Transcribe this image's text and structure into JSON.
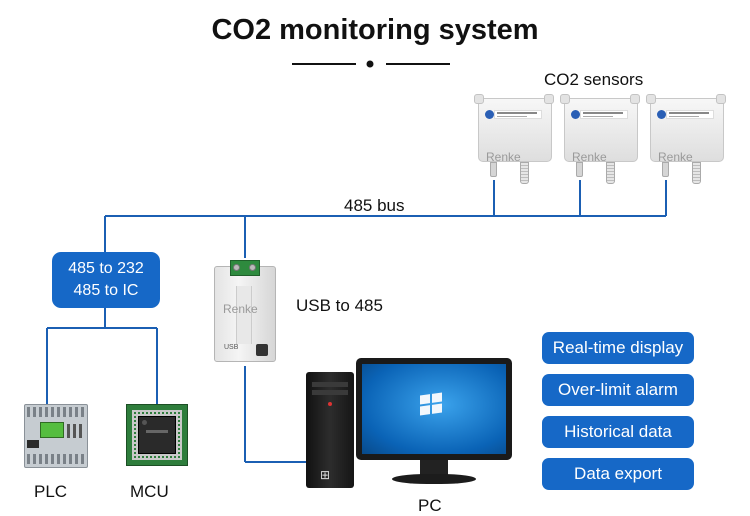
{
  "title": "CO2 monitoring system",
  "labels": {
    "co2_sensors": "CO2 sensors",
    "bus": "485 bus",
    "usb_to_485": "USB to 485",
    "plc": "PLC",
    "mcu": "MCU",
    "pc": "PC"
  },
  "converter_box": {
    "line1": "485 to 232",
    "line2": "485 to IC"
  },
  "device_brand": "Renke",
  "converter_port_text": "USB",
  "features": [
    "Real-time display",
    "Over-limit alarm",
    "Historical data",
    "Data export"
  ],
  "colors": {
    "accent": "#1668c7",
    "wire": "#1b5fb3",
    "title_text": "#111111"
  },
  "icons": {
    "sensor": "co2-sensor-icon",
    "converter": "usb-485-converter-icon",
    "plc": "plc-icon",
    "mcu": "mcu-chip-icon",
    "tower": "pc-tower-icon",
    "monitor": "monitor-icon"
  }
}
